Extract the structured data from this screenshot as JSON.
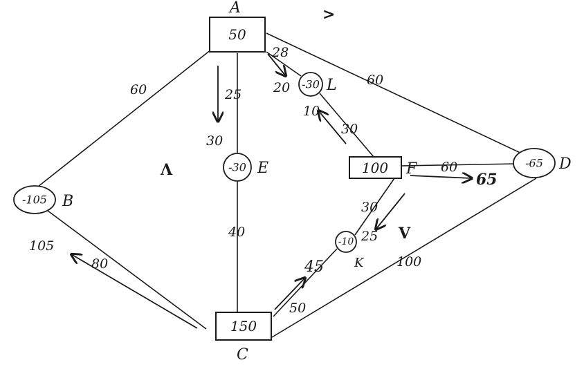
{
  "nodes": {
    "A": {
      "label": "A",
      "value": "50"
    },
    "B": {
      "label": "B",
      "value": "-105"
    },
    "C": {
      "label": "C",
      "value": "150"
    },
    "D": {
      "label": "D",
      "value": "-65"
    },
    "E": {
      "label": "E",
      "value": "-30"
    },
    "F": {
      "label": "F",
      "value": "100"
    },
    "K": {
      "label": "K",
      "value": "-10"
    },
    "L": {
      "label": "L",
      "value": "-30"
    }
  },
  "edge_labels": {
    "AB": "60",
    "AD": "60",
    "AE": "25",
    "AL_cost": "28",
    "CE": "40",
    "CB": "80",
    "FL": "30",
    "FD": "60",
    "CD": "100",
    "FK": "30",
    "CK": "50"
  },
  "flow_labels": {
    "A_to_E": "30",
    "A_to_L": "20",
    "F_to_L": "10",
    "F_to_D": "65",
    "F_to_K": "25",
    "C_to_K": "45",
    "C_to_B": "105"
  },
  "marks": {
    "top": ">",
    "left": "Λ",
    "right": "V"
  }
}
